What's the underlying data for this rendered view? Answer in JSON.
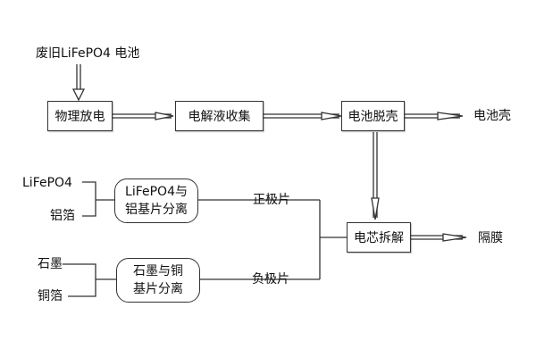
{
  "nodes": {
    "input_label": "废旧LiFePO4 电池",
    "physical_discharge": "物理放电",
    "electrolyte_collection": "电解液收集",
    "battery_shelling": "电池脱壳",
    "battery_case": "电池壳",
    "lifepo4": "LiFePO4",
    "aluminum_foil": "铝箔",
    "graphite": "石墨",
    "copper_foil": "铜箔",
    "cathode_separation_line1": "LiFePO4与",
    "cathode_separation_line2": "铝基片分离",
    "anode_separation_line1": "石墨与铜",
    "anode_separation_line2": "基片分离",
    "positive_plate": "正极片",
    "negative_plate": "负极片",
    "core_disassembly": "电芯拆解",
    "separator": "隔膜"
  },
  "colors": {
    "line": "#333333",
    "background": "#ffffff"
  }
}
